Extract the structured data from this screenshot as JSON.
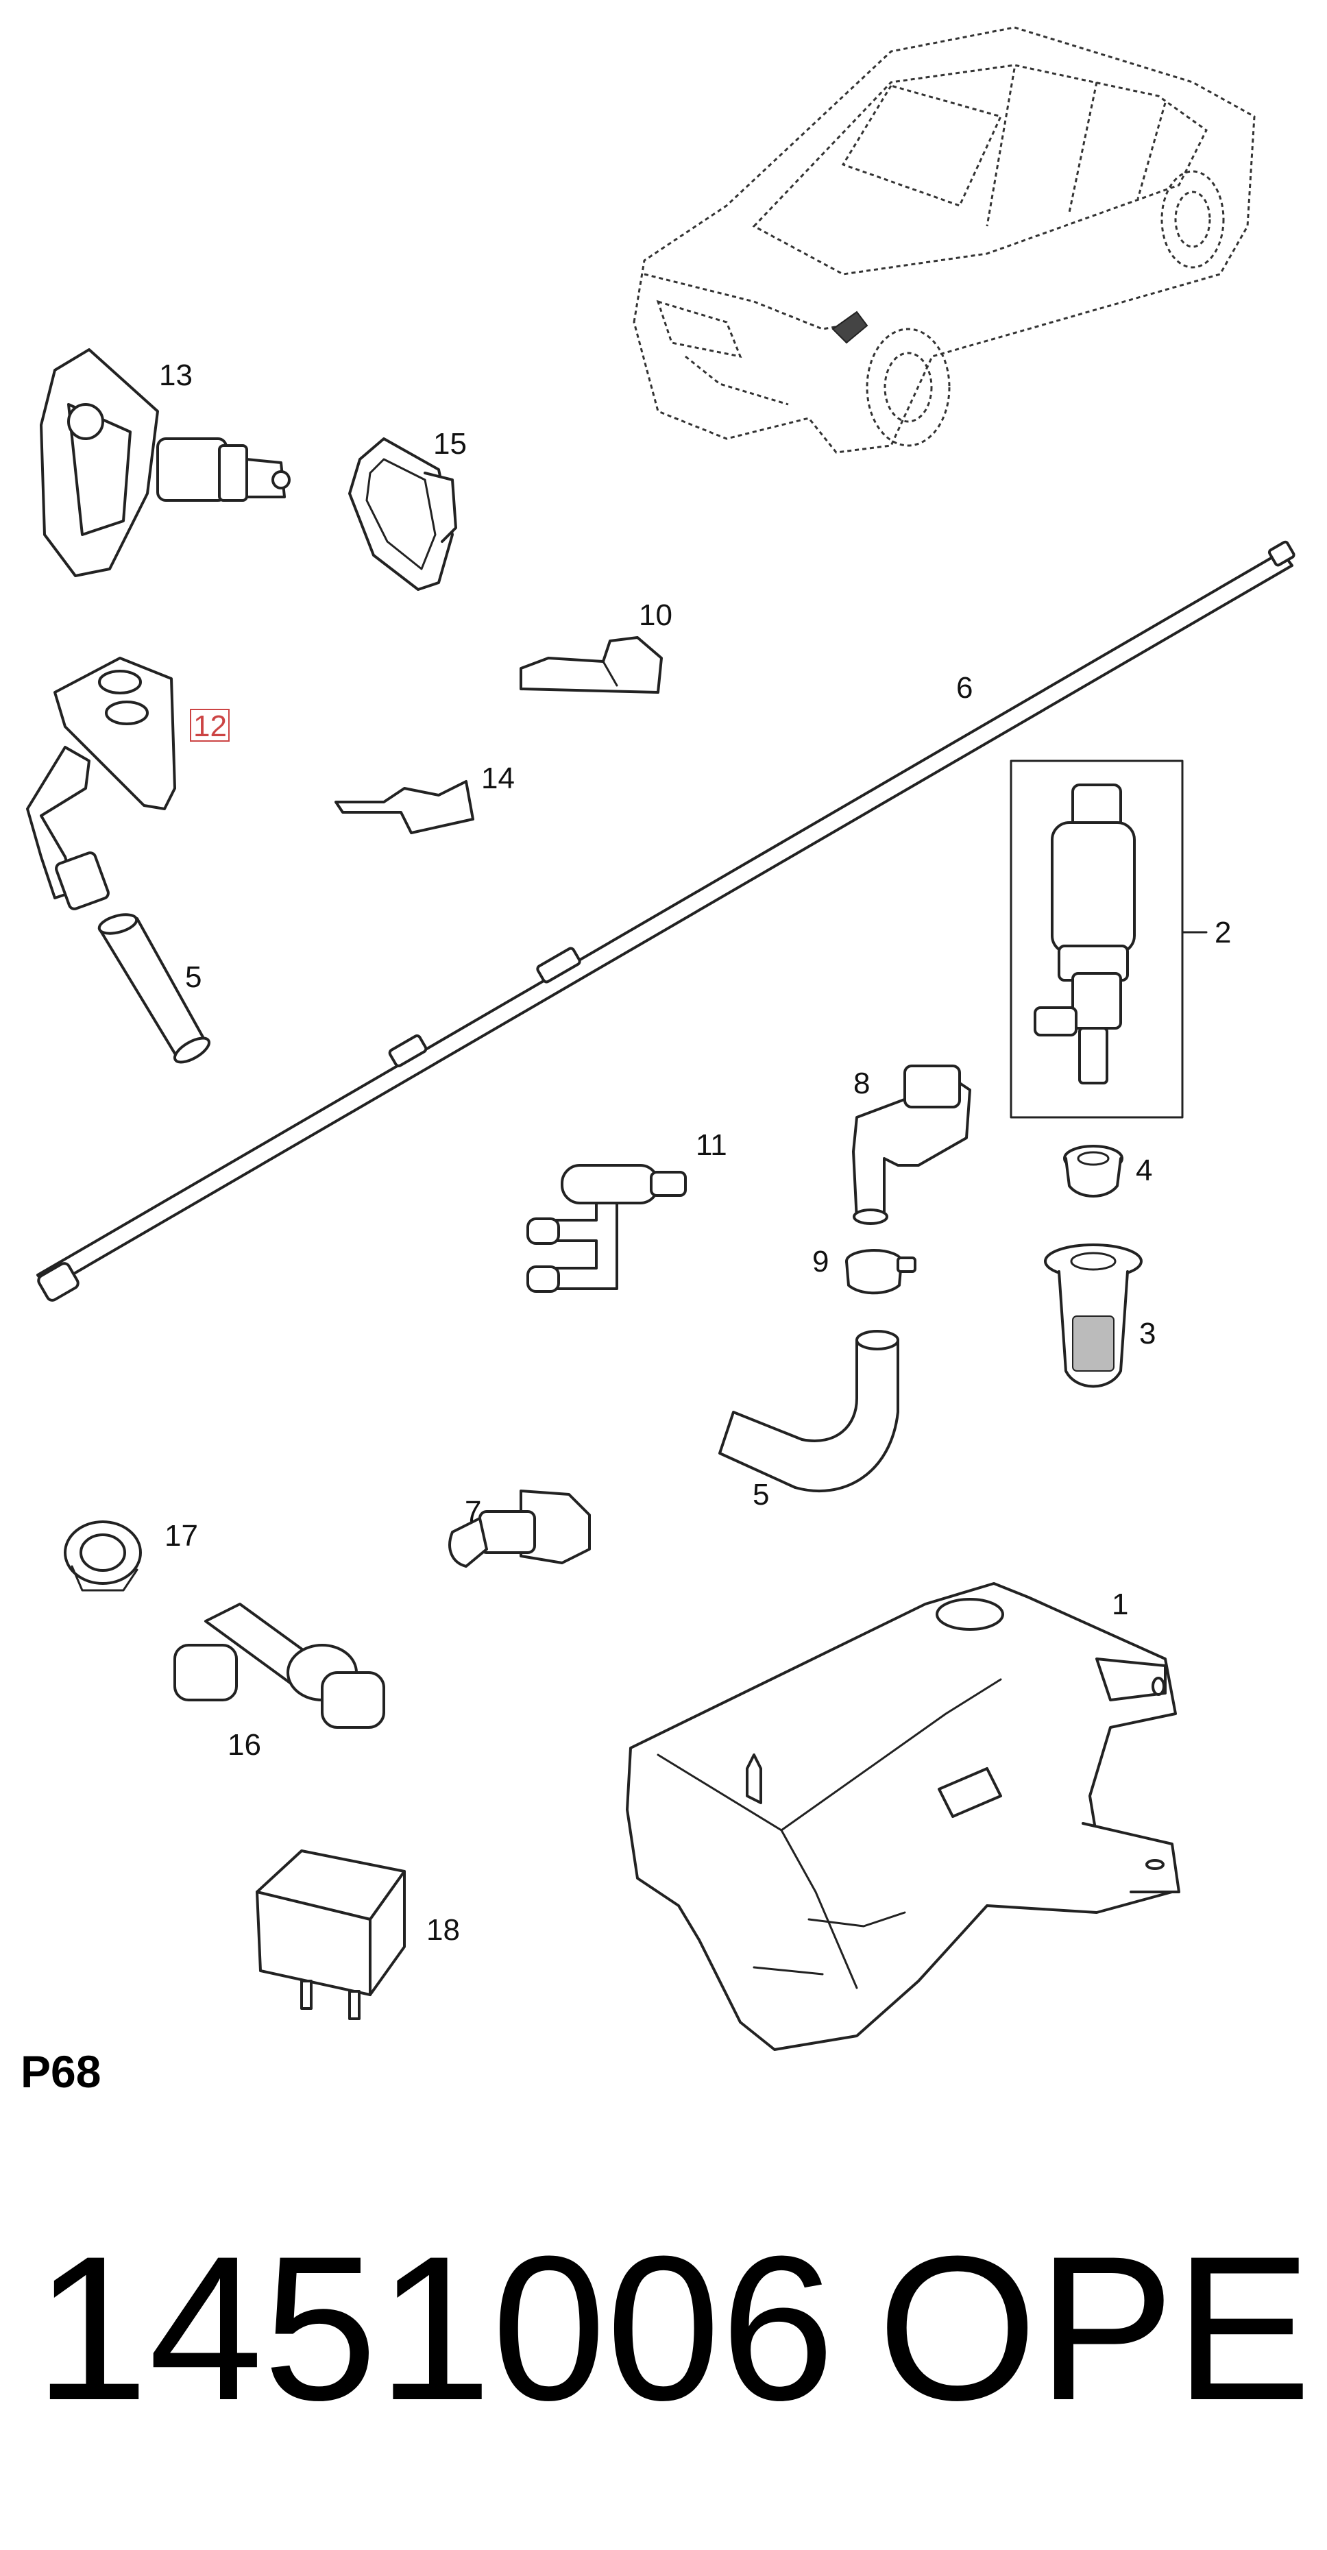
{
  "callouts": {
    "c1": "1",
    "c2": "2",
    "c3": "3",
    "c4": "4",
    "c5a": "5",
    "c5b": "5",
    "c6": "6",
    "c7": "7",
    "c8": "8",
    "c9": "9",
    "c10": "10",
    "c11": "11",
    "c12": "12",
    "c13": "13",
    "c14": "14",
    "c15": "15",
    "c16": "16",
    "c17": "17",
    "c18": "18"
  },
  "diagram_code": "P68",
  "part_number": "1451006",
  "brand": "OPEL",
  "colors": {
    "highlight": "#cc4444",
    "line": "#222222"
  }
}
